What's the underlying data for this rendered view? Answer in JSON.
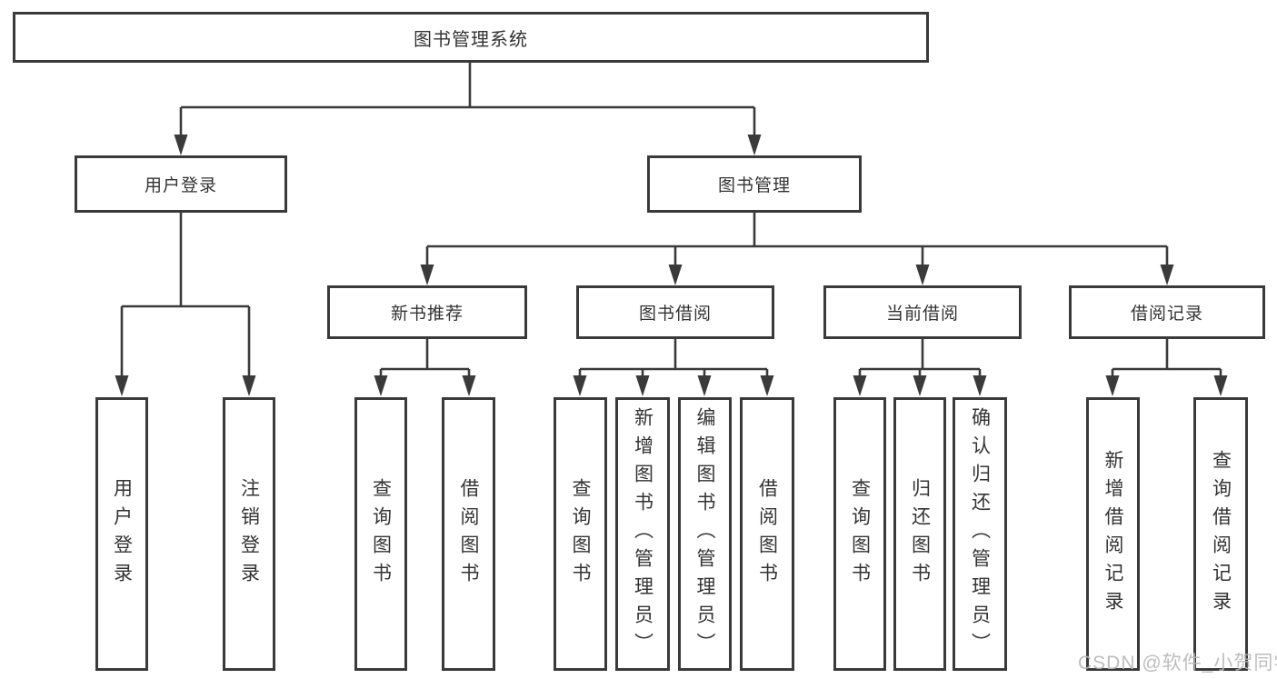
{
  "title": "图书管理系统",
  "tree": {
    "user_login": {
      "label": "用户登录",
      "leaves": [
        "用户登录",
        "注销登录"
      ]
    },
    "book_mgmt": {
      "label": "图书管理",
      "groups": [
        {
          "label": "新书推荐",
          "leaves": [
            "查询图书",
            "借阅图书"
          ]
        },
        {
          "label": "图书借阅",
          "leaves": [
            "查询图书",
            "新增图书（管理员）",
            "编辑图书（管理员）",
            "借阅图书"
          ]
        },
        {
          "label": "当前借阅",
          "leaves": [
            "查询图书",
            "归还图书",
            "确认归还（管理员）"
          ]
        },
        {
          "label": "借阅记录",
          "leaves": [
            "新增借阅记录",
            "查询借阅记录"
          ]
        }
      ]
    }
  },
  "watermark": "CSDN @软件_小贺同学",
  "colors": {
    "line": "#3a3a3a",
    "text": "#333333",
    "watermark": "#b7b7b7",
    "box_background": "#ffffff"
  }
}
